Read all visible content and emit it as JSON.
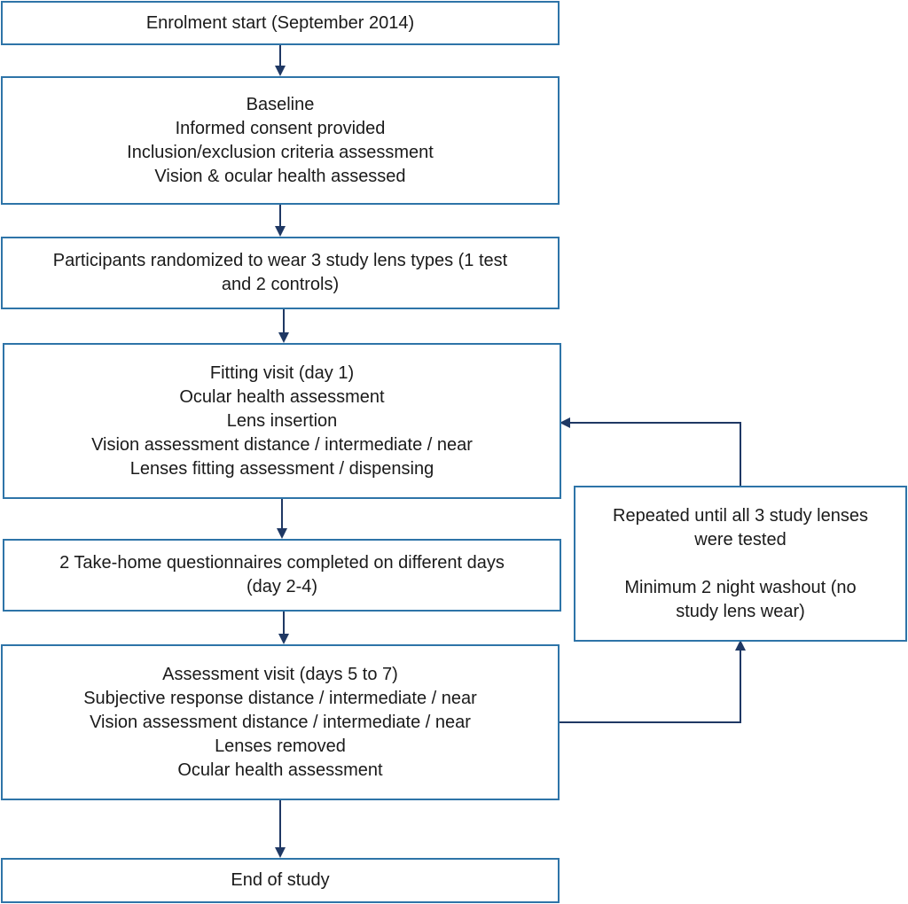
{
  "flowchart": {
    "enrolment": {
      "lines": [
        "Enrolment start (September 2014)"
      ]
    },
    "baseline": {
      "lines": [
        "Baseline",
        "Informed consent provided",
        "Inclusion/exclusion criteria assessment",
        "Vision & ocular health assessed"
      ]
    },
    "randomization": {
      "lines": [
        "Participants randomized to wear 3 study lens types (1 test",
        "and 2 controls)"
      ]
    },
    "fitting_visit": {
      "lines": [
        "Fitting visit (day 1)",
        "Ocular health assessment",
        "Lens insertion",
        "Vision assessment distance / intermediate / near",
        "Lenses fitting assessment / dispensing"
      ]
    },
    "questionnaires": {
      "lines": [
        "2 Take-home questionnaires completed on different days",
        "(day 2-4)"
      ]
    },
    "assessment_visit": {
      "lines": [
        "Assessment visit (days 5 to 7)",
        "Subjective response distance / intermediate / near",
        "Vision assessment distance / intermediate / near",
        "Lenses removed",
        "Ocular health assessment"
      ]
    },
    "end": {
      "lines": [
        "End of study"
      ]
    },
    "repeat_note": {
      "lines": [
        "Repeated until all 3 study lenses",
        "were tested",
        "Minimum 2 night washout (no",
        "study lens wear)"
      ]
    }
  },
  "colors": {
    "box_border": "#2e74a8",
    "arrow": "#1f3864",
    "text": "#1a1a1a"
  }
}
